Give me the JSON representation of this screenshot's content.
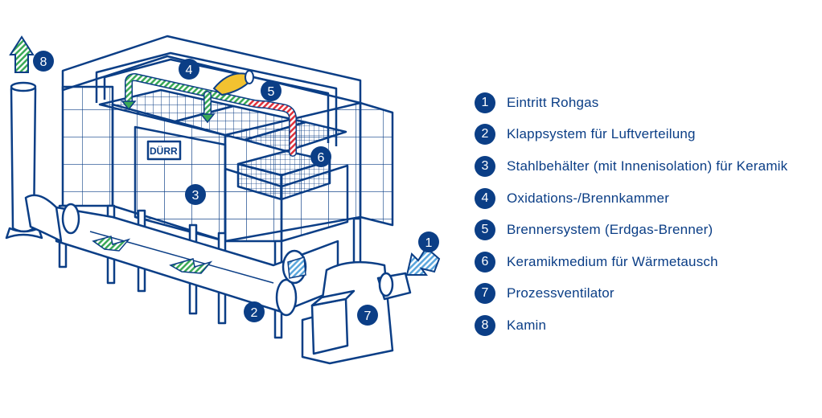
{
  "colors": {
    "navy": "#0b3e86",
    "red": "#e0323c",
    "green": "#3aa956",
    "yellow": "#f2c230",
    "light_blue": "#5aa6dc",
    "panel": "#ffffff"
  },
  "icons": [
    "arrow-up-icon",
    "arrow-in-icon",
    "burner-flame-icon"
  ],
  "logo": {
    "text": "DÜRR"
  },
  "badges": [
    {
      "number": "1"
    },
    {
      "number": "2"
    },
    {
      "number": "3"
    },
    {
      "number": "4"
    },
    {
      "number": "5"
    },
    {
      "number": "6"
    },
    {
      "number": "7"
    },
    {
      "number": "8"
    }
  ],
  "legend": [
    {
      "number": "1",
      "label": "Eintritt Rohgas"
    },
    {
      "number": "2",
      "label": "Klappsystem für Luftverteilung"
    },
    {
      "number": "3",
      "label": "Stahlbehälter (mit Innenisolation) für Keramik"
    },
    {
      "number": "4",
      "label": "Oxidations-/Brennkammer"
    },
    {
      "number": "5",
      "label": "Brennersystem (Erdgas-Brenner)"
    },
    {
      "number": "6",
      "label": "Keramikmedium für Wärmetausch"
    },
    {
      "number": "7",
      "label": "Prozessventilator"
    },
    {
      "number": "8",
      "label": "Kamin"
    }
  ]
}
